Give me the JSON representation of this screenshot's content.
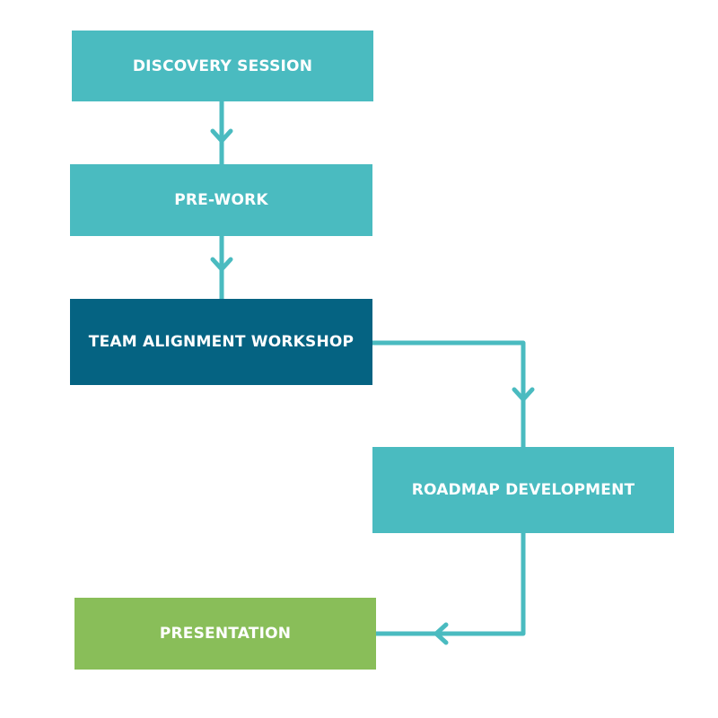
{
  "colors": {
    "teal": "#4ABBC0",
    "navy": "#056382",
    "green": "#89BE59",
    "connector": "#4ABBC0"
  },
  "steps": [
    {
      "id": "discovery",
      "label": "DISCOVERY SESSION",
      "color": "#4ABBC0"
    },
    {
      "id": "prework",
      "label": "PRE-WORK",
      "color": "#4ABBC0"
    },
    {
      "id": "workshop",
      "label": "TEAM ALIGNMENT WORKSHOP",
      "color": "#056382"
    },
    {
      "id": "roadmap",
      "label": "ROADMAP DEVELOPMENT",
      "color": "#4ABBC0"
    },
    {
      "id": "presentation",
      "label": "PRESENTATION",
      "color": "#89BE59"
    }
  ],
  "flow": [
    [
      "discovery",
      "prework"
    ],
    [
      "prework",
      "workshop"
    ],
    [
      "workshop",
      "roadmap"
    ],
    [
      "roadmap",
      "presentation"
    ]
  ]
}
